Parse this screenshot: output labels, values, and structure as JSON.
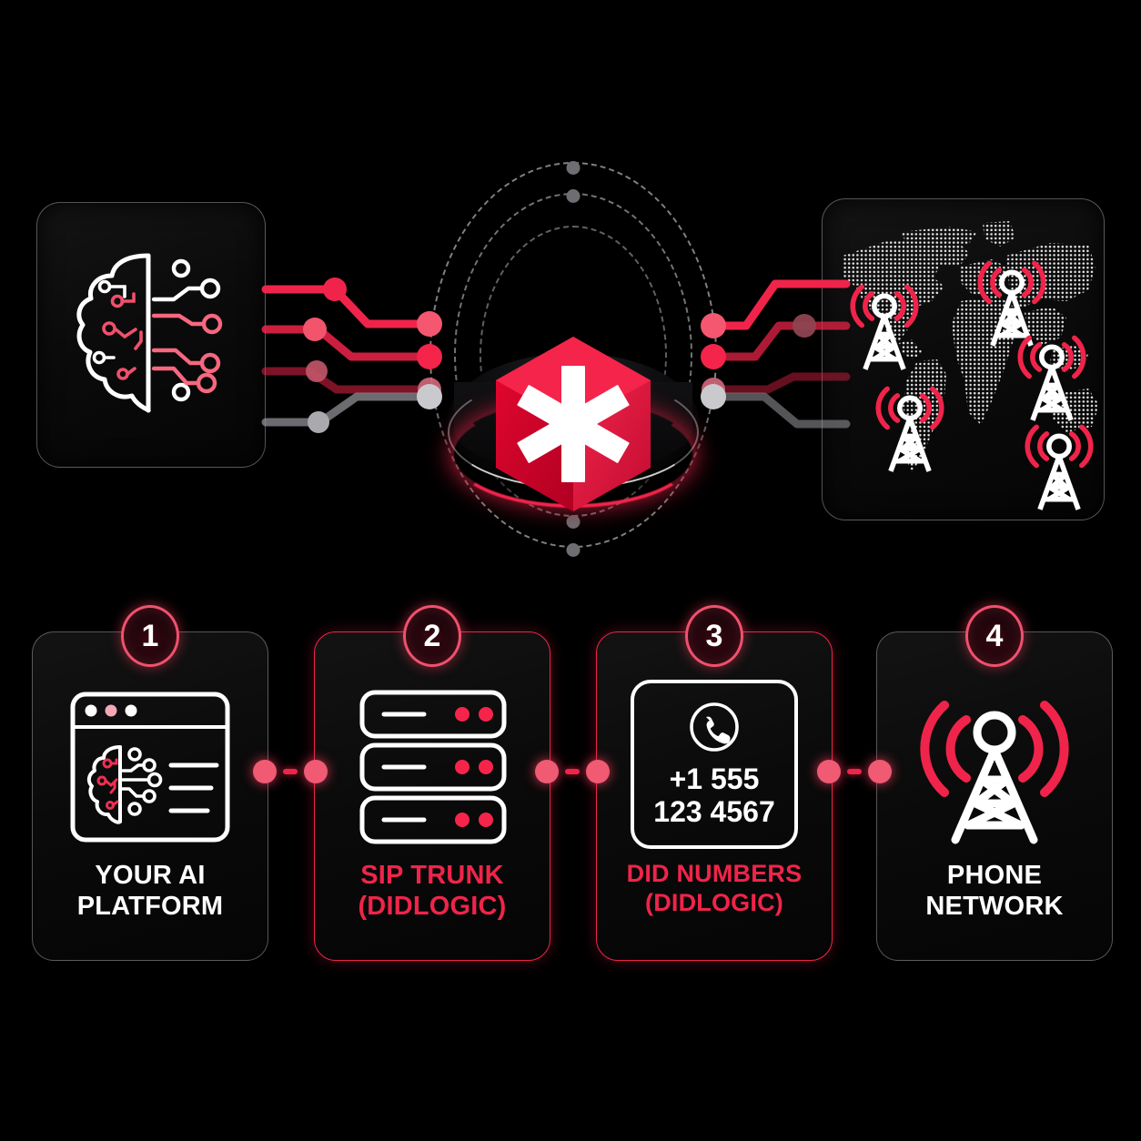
{
  "diagram": {
    "title": "AI voice platform to phone network via DIDLogic SIP",
    "background_color": "#000000",
    "accent_color": "#F0244A",
    "accent_light_color": "#F0516E",
    "neutral_border_color": "#BEBEC3"
  },
  "top_row": {
    "left_panel": {
      "name": "ai-brain-panel",
      "icon": "ai-brain-circuit-icon"
    },
    "hub": {
      "name": "asterisk-hub",
      "icon": "asterisk-hexagon-logo",
      "orbit_rings": 3,
      "orbit_dots": 4
    },
    "right_panel": {
      "name": "global-network-map-panel",
      "icon": "dotted-world-map",
      "tower_count": 5
    },
    "left_wires": [
      {
        "color": "#F0244A",
        "opacity": 1.0
      },
      {
        "color": "#F0244A",
        "opacity": 0.85
      },
      {
        "color": "#F0244A",
        "opacity": 0.55
      },
      {
        "color": "#9A9AA0",
        "opacity": 0.75
      }
    ],
    "right_wires": [
      {
        "color": "#F0244A",
        "opacity": 1.0
      },
      {
        "color": "#F0244A",
        "opacity": 0.75
      },
      {
        "color": "#F0244A",
        "opacity": 0.45
      },
      {
        "color": "#9A9AA0",
        "opacity": 0.6
      }
    ]
  },
  "steps": [
    {
      "number": "1",
      "label": "YOUR AI\nPLATFORM",
      "label_line1": "YOUR AI",
      "label_line2": "PLATFORM",
      "label_color": "#FFFFFF",
      "border_style": "neutral",
      "icon": "browser-window-ai-icon"
    },
    {
      "number": "2",
      "label": "SIP TRUNK\n(DIDLOGIC)",
      "label_line1": "SIP TRUNK",
      "label_line2": "(DIDLOGIC)",
      "label_color": "#F0244A",
      "border_style": "accent",
      "icon": "server-rack-icon"
    },
    {
      "number": "3",
      "label": "DID NUMBERS\n(DIDLOGIC)",
      "label_line1": "DID NUMBERS",
      "label_line2": "(DIDLOGIC)",
      "label_color": "#F0244A",
      "border_style": "accent",
      "icon": "phone-number-card-icon",
      "phone_number_line1": "+1 555",
      "phone_number_line2": "123 4567"
    },
    {
      "number": "4",
      "label": "PHONE\nNETWORK",
      "label_line1": "PHONE",
      "label_line2": "NETWORK",
      "label_color": "#FFFFFF",
      "border_style": "neutral",
      "icon": "cell-tower-icon"
    }
  ]
}
